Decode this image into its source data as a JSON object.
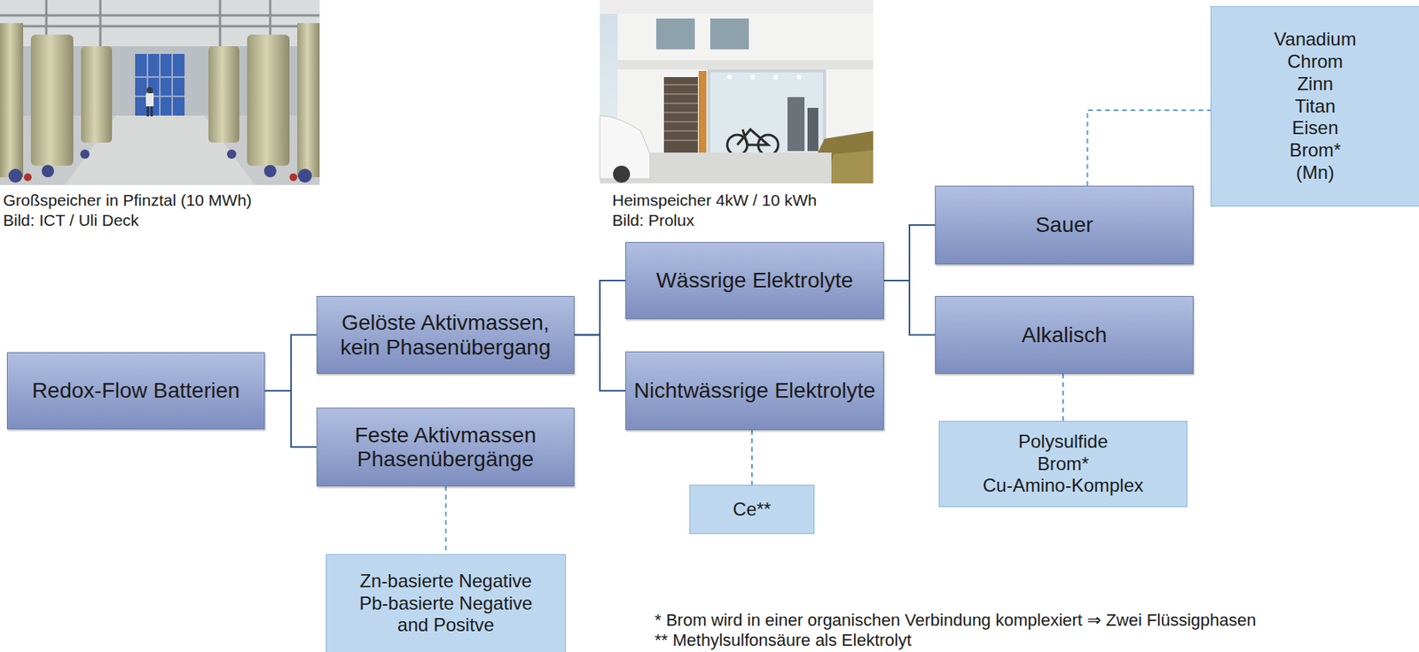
{
  "diagram": {
    "nodes": [
      {
        "text": [
          "Redox-Flow Batterien"
        ]
      },
      {
        "text": [
          "Gelöste Aktivmassen, kein Phasenübergang"
        ]
      },
      {
        "text": [
          "Feste Aktivmassen Phasenübergänge"
        ]
      },
      {
        "text": [
          "Zn-basierte Negative",
          "Pb-basierte Negative and Positve"
        ]
      },
      {
        "text": [
          "Wässrige Elektrolyte"
        ]
      },
      {
        "text": [
          "Nichtwässrige Elektrolyte"
        ]
      },
      {
        "text": [
          "Ce**"
        ]
      },
      {
        "text": [
          "Sauer"
        ]
      },
      {
        "text": [
          "Alkalisch"
        ]
      },
      {
        "text": [
          "Polysulfide",
          "Brom*",
          "Cu-Amino-Komplex"
        ]
      },
      {
        "text": [
          "Vanadium",
          "Chrom",
          "Zinn",
          "Titan",
          "Eisen",
          "Brom*",
          "(Mn)"
        ]
      }
    ],
    "edges": [
      {
        "from": 0,
        "to": 1,
        "arrow": "none"
      },
      {
        "from": 0,
        "to": 2,
        "arrow": "none"
      },
      {
        "from": 1,
        "to": 4,
        "arrow": "none"
      },
      {
        "from": 1,
        "to": 5,
        "arrow": "none"
      },
      {
        "from": 4,
        "to": 7,
        "arrow": "none"
      },
      {
        "from": 4,
        "to": 8,
        "arrow": "none"
      },
      {
        "from": 2,
        "to": 3,
        "arrow": "none"
      },
      {
        "from": 5,
        "to": 6,
        "arrow": "none"
      },
      {
        "from": 8,
        "to": 9,
        "arrow": "none"
      },
      {
        "from": 7,
        "to": 10,
        "arrow": "none"
      }
    ],
    "labels": [
      "Großspeicher in Pfinztal (10 MWh)",
      "Bild: ICT / Uli Deck",
      "Heimspeicher 4kW / 10 kWh",
      "Bild: Prolux",
      "* Brom wird in einer organischen Verbindung komplexiert ⇒ Zwei Flüssigphasen",
      "** Methylsulfonsäure als Elektrolyt"
    ]
  }
}
